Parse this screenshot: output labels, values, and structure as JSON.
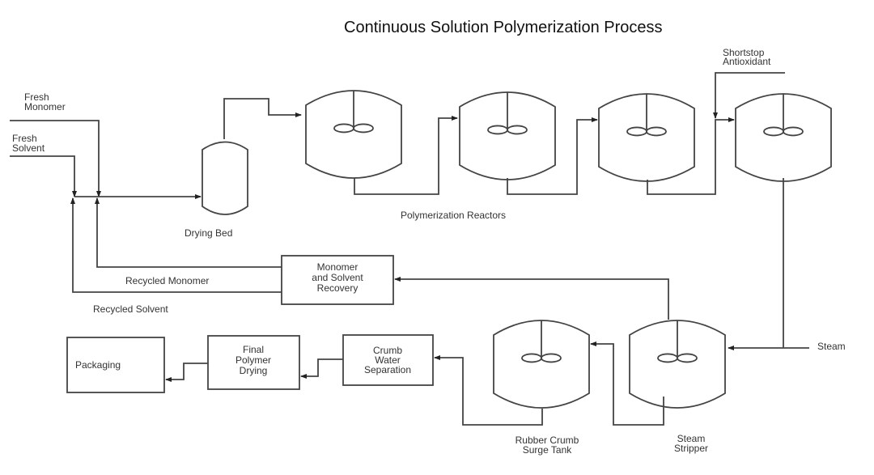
{
  "title": "Continuous Solution Polymerization Process",
  "inputs": {
    "fresh_monomer": [
      "Fresh",
      "Monomer"
    ],
    "fresh_solvent": [
      "Fresh",
      "Solvent"
    ],
    "shortstop": [
      "Shortstop",
      "Antioxidant"
    ],
    "steam": "Steam"
  },
  "units": {
    "drying_bed": "Drying Bed",
    "reactors": "Polymerization Reactors",
    "recovery": [
      "Monomer",
      "and Solvent",
      "Recovery"
    ],
    "recycled_monomer": "Recycled Monomer",
    "recycled_solvent": "Recycled Solvent",
    "packaging": "Packaging",
    "final_drying": [
      "Final",
      "Polymer",
      "Drying"
    ],
    "crumb_water": [
      "Crumb",
      "Water",
      "Separation"
    ],
    "surge_tank": [
      "Rubber Crumb",
      "Surge Tank"
    ],
    "steam_stripper": [
      "Steam",
      "Stripper"
    ]
  }
}
